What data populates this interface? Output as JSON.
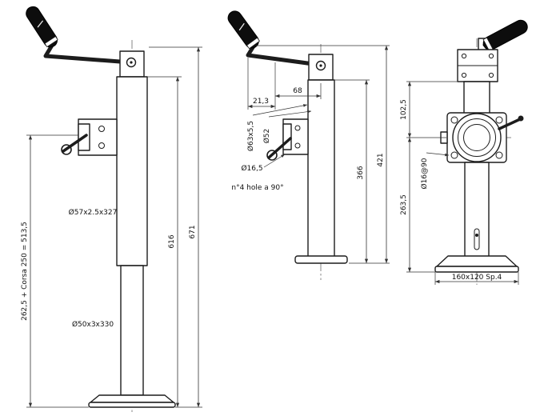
{
  "page": {
    "background": "#ffffff",
    "line_color": "#1c1c1c"
  },
  "drawing": {
    "subject": "telescopic trailer jack with crank handle, clamp bracket and foot plate",
    "front_view": {
      "name": "front view",
      "dim_extension": "262,5 + Corsa 250 = 513,5",
      "dim_outer_tube": "Ø57x2.5x327",
      "dim_inner_tube": "Ø50x3x330",
      "dim_inner_height": "616",
      "dim_total_height": "671"
    },
    "side_view": {
      "name": "side view",
      "dim_crank_offset": "68",
      "dim_crank_detail": "21,3",
      "dim_clamp_tube": "Ø63x5,5",
      "dim_inner_tube": "Ø52",
      "dim_pin_hole": "Ø16,5",
      "note_holes": "n°4 hole a 90°",
      "dim_tube_height": "366",
      "dim_total_height": "421"
    },
    "rear_view": {
      "name": "rear view",
      "dim_upper": "102,5",
      "dim_lower": "263,5",
      "dim_bolt_holes": "Ø16@90",
      "dim_base_plate": "160x120 Sp.4"
    }
  }
}
